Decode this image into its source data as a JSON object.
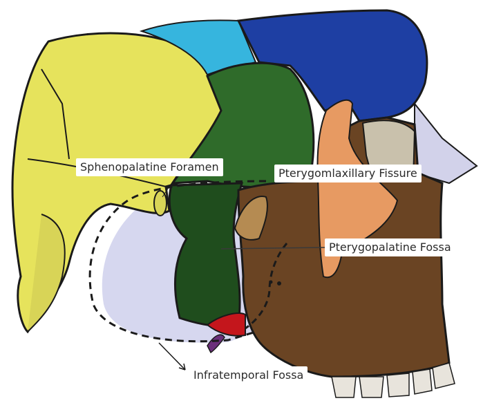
{
  "figure": {
    "labels": {
      "sphenopalatine_foramen": "Sphenopalatine Foramen",
      "pterygomaxillary_fissure": "Pterygomlaxillary Fissure",
      "pterygopalatine_fossa": "Pterygopalatine Fossa",
      "infratemporal_fossa": "Infratemporal Fossa"
    },
    "colors": {
      "yellow_bone": "#e6e35c",
      "cyan_bone": "#36b5de",
      "blue_bone": "#1e3fa3",
      "green_bone": "#2f6b2a",
      "dark_green_bone": "#1f4d1d",
      "brown_bone": "#6a4423",
      "orange_bone": "#e79a62",
      "grey_bone": "#c9c1ac",
      "lavender_region": "#cfd0ec",
      "red_region": "#c4161c",
      "purple_region": "#6b2f7a",
      "tooth": "#e8e4dc",
      "outline": "#1a1a1a"
    }
  }
}
